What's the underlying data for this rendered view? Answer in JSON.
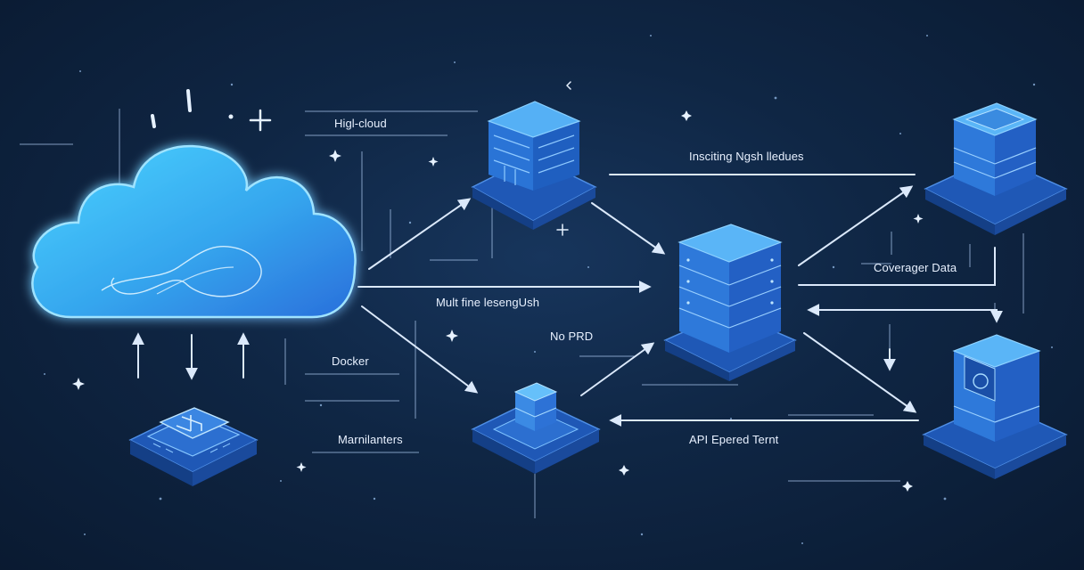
{
  "labels": {
    "high_cloud": "Higl-cloud",
    "inscriting": "Insciting Ngsh lledues",
    "coverager": "Coverager Data",
    "mult_fine": "Mult fine lesengUsh",
    "no_prd": "No PRD",
    "docker": "Docker",
    "marnilanters": "Marnilanters",
    "api": "API Epered Ternt"
  },
  "colors": {
    "background": "#0f2644",
    "cloud_fill": "#3fb8f0",
    "cube_top": "#4aa3ef",
    "cube_side": "#2a6fd0",
    "line": "#d4e6fb"
  },
  "icons": [
    "cloud-icon",
    "server-stack-icon",
    "docker-chip-icon",
    "database-icon"
  ]
}
